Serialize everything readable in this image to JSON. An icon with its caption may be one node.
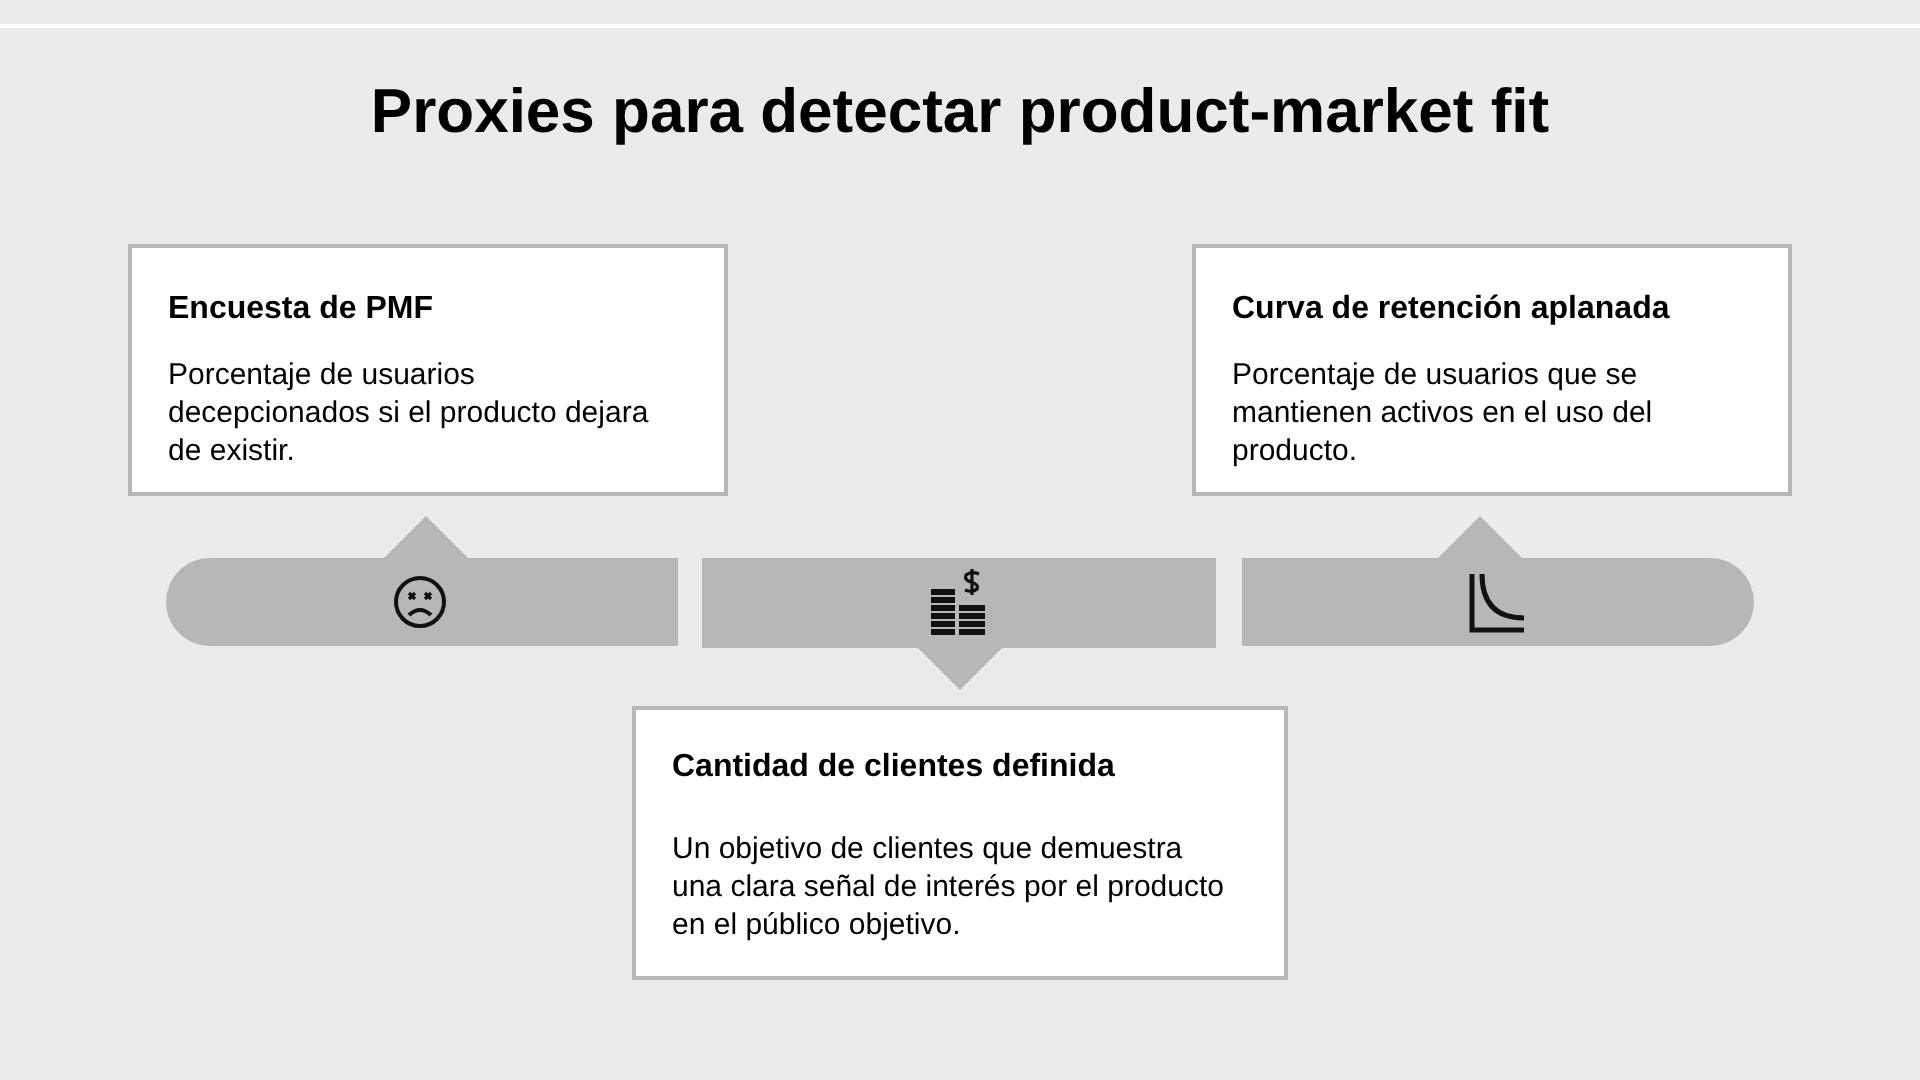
{
  "diagram": {
    "title": "Proxies para detectar product-market fit",
    "nodes": [
      {
        "text": [
          "Encuesta de PMF",
          "Porcentaje de usuarios decepcionados si el producto dejara de existir."
        ]
      },
      {
        "text": [
          "Cantidad de clientes definida",
          "Un objetivo de clientes que demuestra una clara señal de interés por el producto en el público objetivo."
        ]
      },
      {
        "text": [
          "Curva de retención aplanada",
          "Porcentaje de usuarios que se mantienen activos en el uso del producto."
        ]
      }
    ]
  }
}
